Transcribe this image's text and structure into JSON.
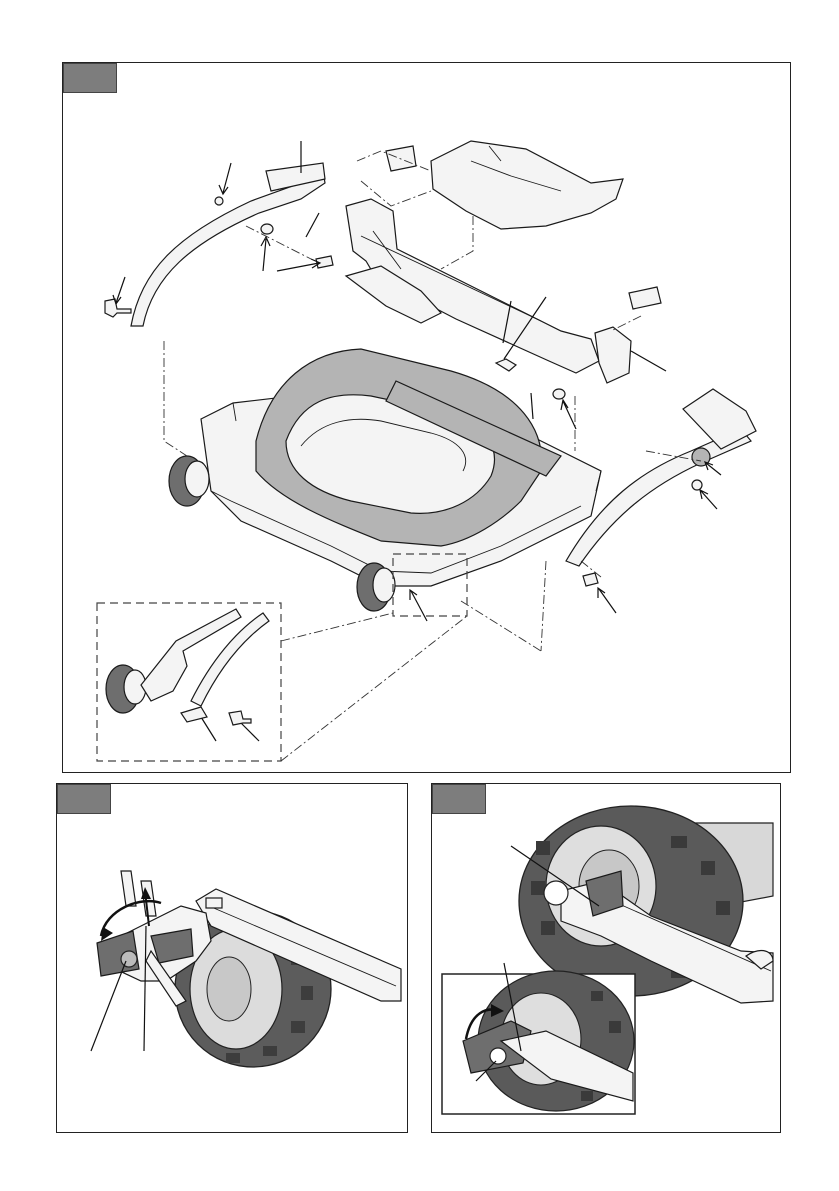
{
  "figure": {
    "panels": [
      {
        "id": "top",
        "label": ""
      },
      {
        "id": "bottom-left",
        "label": ""
      },
      {
        "id": "bottom-right",
        "label": ""
      }
    ]
  },
  "colors": {
    "tag_fill": "#7d7d7d",
    "line": "#1a1a1a",
    "tire": "#5c5c5c",
    "tire_dark": "#3d3d3d",
    "rim": "#dcdcdc"
  },
  "icons": {
    "callout": "arrow-pointer-icon",
    "rotate": "curved-arrow-icon"
  }
}
